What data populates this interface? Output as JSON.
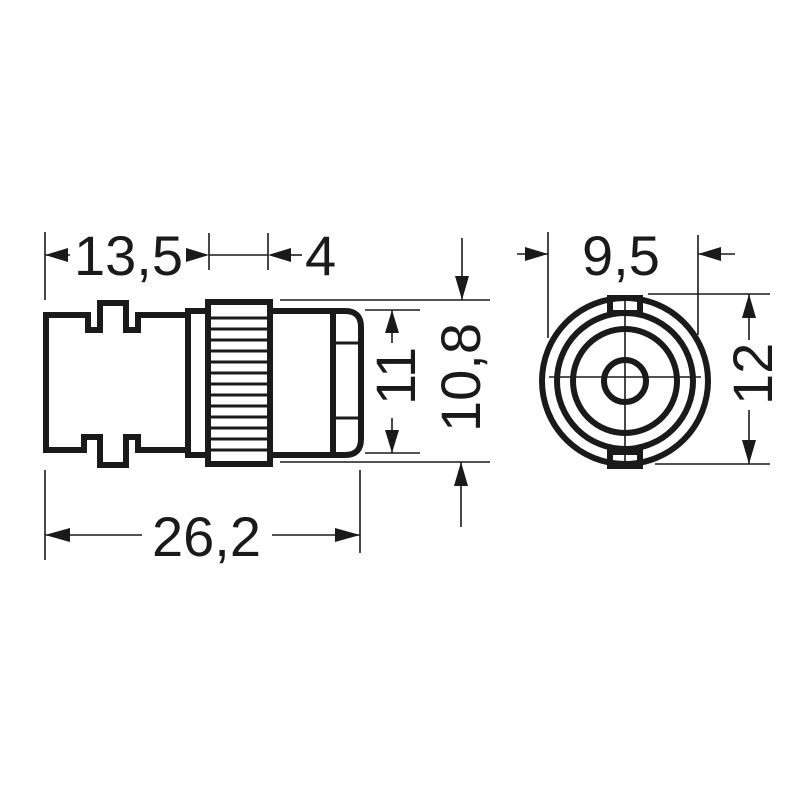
{
  "drawing": {
    "title": "BNC connector dimension drawing",
    "units": "mm",
    "side_view": {
      "dimensions": {
        "overall_length": "26,2",
        "body_length": "13,5",
        "knurl_width": "4",
        "inner_height": "11",
        "outer_height": "10,8"
      }
    },
    "front_view": {
      "dimensions": {
        "width": "9,5",
        "height": "12"
      }
    },
    "colors": {
      "line": "#1a1a1a",
      "background": "#ffffff"
    }
  }
}
